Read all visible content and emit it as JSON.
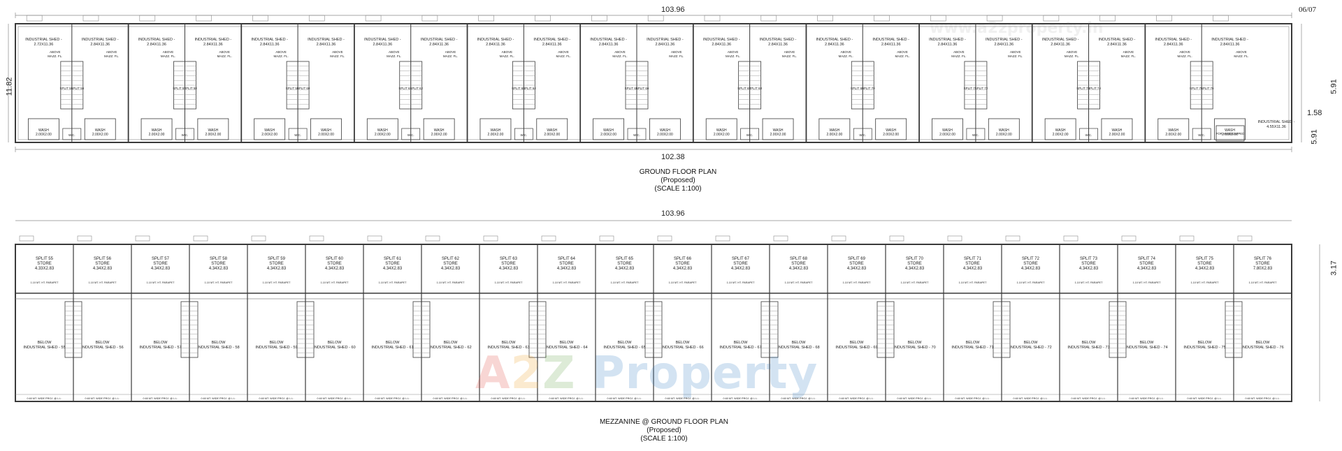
{
  "page_number": "06/07",
  "watermark": {
    "a": "A",
    "two": "2",
    "z": "Z",
    "property": "Property",
    "site": "www.a2zproperty.in"
  },
  "dimensions": {
    "top_overall": "103.96",
    "bottom_overall": "102.38",
    "mezz_overall": "103.96",
    "gf_depth": "11.82",
    "right_upper": "5.91",
    "right_mid": "1.58",
    "right_lower": "5.91",
    "mezz_depth": "3.17"
  },
  "ground_floor": {
    "title": "GROUND FLOOR PLAN",
    "status": "(Proposed)",
    "scale": "(SCALE 1:100)",
    "shed_size_first": "2.72X11.36",
    "shed_size": "2.84X11.36",
    "last_shed_label": "INDUSTRIAL SHED -",
    "last_shed_size": "4.55X11.36",
    "wash_label": "WASH",
    "wash_size": "2.00X2.00",
    "wc_label": "W.C.",
    "mezz_above": "ABOVE",
    "mezz_above_label": "MAZZ. FL.",
    "handicap": "FOR HANDICAPPED"
  },
  "mezzanine": {
    "title": "MEZZANINE @ GROUND FLOOR PLAN",
    "status": "(Proposed)",
    "scale": "(SCALE 1:100)",
    "split_prefix": "SPLIT",
    "store": "STORE",
    "store_size_first": "4.33X2.83",
    "store_size": "4.34X2.83",
    "store_size_last": "7.80X2.83",
    "below": "BELOW",
    "below_shed": "INDUSTRIAL SHED -",
    "parapet": "1.10 MT. HT. PARAPET",
    "railing": "0.60 MT. WIDE PROJ. @ L.L."
  },
  "units": [
    55,
    56,
    57,
    58,
    59,
    60,
    61,
    62,
    63,
    64,
    65,
    66,
    67,
    68,
    69,
    70,
    71,
    72,
    73,
    74,
    75,
    76
  ],
  "colors": {
    "line": "#3a3a3a",
    "light": "#8a8a8a",
    "paper": "#ffffff"
  }
}
